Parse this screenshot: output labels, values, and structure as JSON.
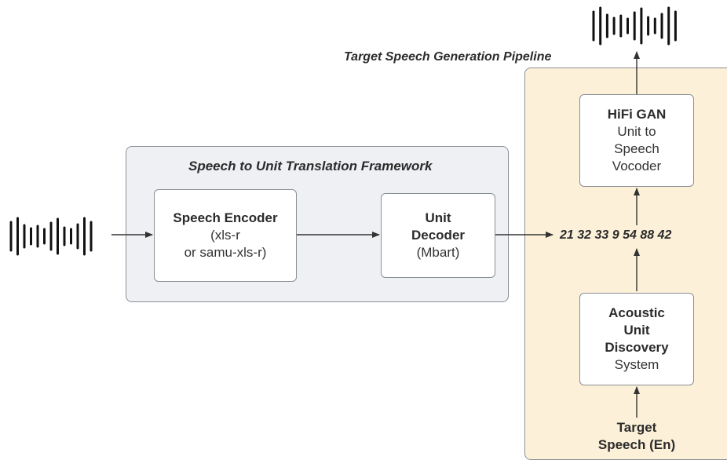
{
  "s2ut_framework": {
    "title": "Speech to Unit Translation Framework",
    "encoder": {
      "line1": "Speech Encoder",
      "line2": "(xls-r",
      "line3": "or samu-xls-r)"
    },
    "decoder": {
      "line1": "Unit",
      "line2": "Decoder",
      "line3": "(Mbart)"
    }
  },
  "generation_pipeline": {
    "title": "Target Speech Generation Pipeline",
    "vocoder": {
      "line1": "HiFi GAN",
      "line2": "Unit to",
      "line3": "Speech",
      "line4": "Vocoder"
    },
    "unit_sequence": "21  32  33  9  54  88  42",
    "aud": {
      "line1": "Acoustic",
      "line2": "Unit",
      "line3": "Discovery",
      "line4": "System"
    },
    "target": {
      "line1": "Target",
      "line2": "Speech (En)"
    }
  },
  "icons": [
    "input-waveform-icon",
    "output-waveform-icon"
  ],
  "colors": {
    "framework_fill": "#eef0f3",
    "pipeline_fill": "#fdf0d8",
    "stroke": "#8a8f96",
    "ink": "#2b2b2b"
  }
}
